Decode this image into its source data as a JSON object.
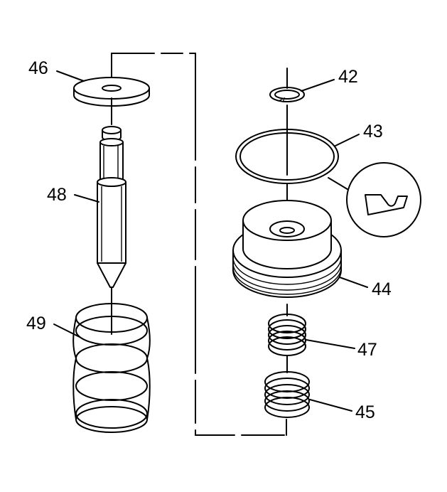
{
  "callouts": {
    "c42": "42",
    "c43": "43",
    "c44": "44",
    "c45": "45",
    "c46": "46",
    "c47": "47",
    "c48": "48",
    "c49": "49"
  }
}
